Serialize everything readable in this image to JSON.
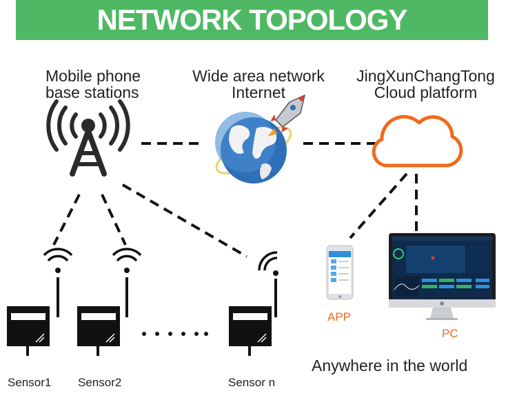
{
  "header": {
    "title": "NETWORK TOPOLOGY"
  },
  "nodes": {
    "base_station": {
      "line1": "Mobile phone",
      "line2": "base stations"
    },
    "internet": {
      "line1": "Wide area network",
      "line2": "Internet"
    },
    "cloud": {
      "line1": "JingXunChangTong",
      "line2": "Cloud platform"
    }
  },
  "clients": {
    "app_label": "APP",
    "pc_label": "PC",
    "caption": "Anywhere in the world"
  },
  "sensors": [
    {
      "label": "Sensor1"
    },
    {
      "label": "Sensor2"
    },
    {
      "label": "Sensor n"
    }
  ],
  "colors": {
    "banner": "#4fb865",
    "accent": "#f06a1c",
    "line": "#111111"
  }
}
